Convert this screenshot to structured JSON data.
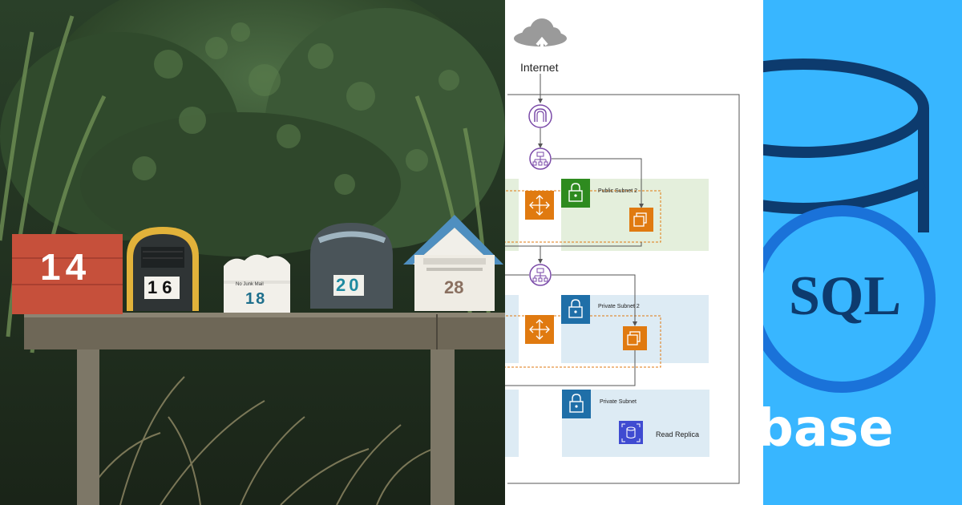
{
  "photo": {
    "mailbox_numbers": [
      "14",
      "16",
      "18",
      "20",
      "28"
    ],
    "mailbox_sign": "No Junk Mail"
  },
  "diagram": {
    "internet_label": "Internet",
    "public_subnet_label": "Public Subnet 2",
    "private_subnet_2_label": "Private Subnet 2",
    "private_subnet_label": "Private Subnet",
    "read_replica_label": "Read Replica",
    "colors": {
      "public_subnet_bg": "#e4efdc",
      "private_subnet_bg": "#ddebf4",
      "lock_green": "#2e8b1f",
      "lock_blue": "#1f6fa8",
      "orange": "#e07a10",
      "purple": "#7a4aa8"
    }
  },
  "sql_panel": {
    "sql_text": "SQL",
    "partial_word": "base",
    "colors": {
      "background": "#38b6ff",
      "dark_stroke": "#0d3b6e",
      "circle_stroke": "#1a72d9"
    }
  }
}
